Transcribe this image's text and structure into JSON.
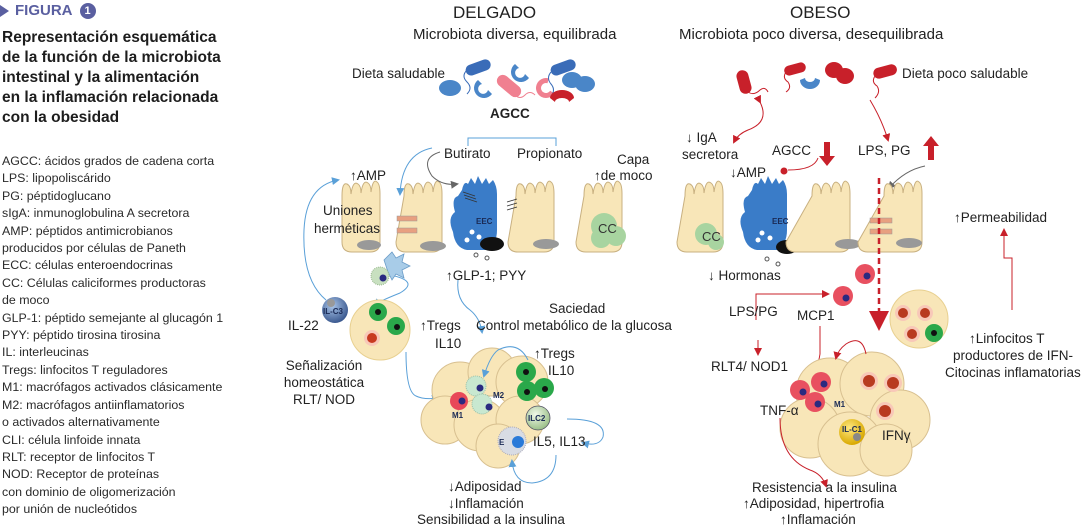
{
  "figure": {
    "label": "FIGURA",
    "number": "1",
    "title_lines": [
      "Representación esquemática",
      "de la función de la microbiota",
      "intestinal y la alimentación",
      "en la inflamación relacionada",
      "con la obesidad"
    ],
    "glossary": [
      "AGCC: ácidos grados de cadena corta",
      "LPS: lipopoliscárido",
      "PG: péptidoglucano",
      "sIgA: inmunoglobulina A secretora",
      "AMP: péptidos antimicrobianos",
      "producidos por células de Paneth",
      "ECC: células enteroendocrinas",
      "CC: Células caliciformes productoras",
      "de moco",
      "GLP-1: péptido semejante al glucagón 1",
      "PYY: péptido tirosina tirosina",
      "IL: interleucinas",
      "Tregs: linfocitos T reguladores",
      "M1: macrófagos activados clásicamente",
      "M2: macrófagos antiinflamatorios",
      "o activados alternativamente",
      "CLI: célula linfoide innata",
      "RLT: receptor de linfocitos T",
      "NOD: Receptor de proteínas",
      "con dominio de oligomerización",
      "por unión de nucleótidos"
    ]
  },
  "colors": {
    "accent": "#5a5fa0",
    "good_bacteria": "#4a86c8",
    "bad_bacteria": "#c8202a",
    "epithelium": "#f8e6b8",
    "eec": "#3a7cc8",
    "goblet": "#a8d4a0",
    "treg": "#2aa84a",
    "arrow_blue": "#5aa0d8",
    "arrow_red": "#c8202a"
  },
  "lean": {
    "header": "DELGADO",
    "subheader": "Microbiota diversa, equilibrada",
    "diet": "Dieta saludable",
    "agcc": "AGCC",
    "butirato": "Butirato",
    "propionato": "Propionato",
    "capa_1": "Capa",
    "capa_2": "↑de moco",
    "amp": "↑AMP",
    "uniones_1": "Uniones",
    "uniones_2": "herméticas",
    "eec": "EEC",
    "cc": "CC",
    "glp": "↑GLP-1;  PYY",
    "saciedad": "Saciedad",
    "control": "Control metabólico de la glucosa",
    "ilc3": "IL-C3",
    "il22": "IL-22",
    "tregs1_a": "↑Tregs",
    "tregs1_b": "IL10",
    "senal_1": "Señalización",
    "senal_2": "homeostática",
    "senal_3": "RLT/ NOD",
    "tregs2_a": "↑Tregs",
    "tregs2_b": "IL10",
    "m1": "M1",
    "m2": "M2",
    "ilc2": "ILC2",
    "e": "E",
    "il5": "IL5, IL13",
    "out_1": "↓Adiposidad",
    "out_2": "↓Inflamación",
    "out_3": "Sensibilidad a la insulina"
  },
  "obese": {
    "header": "OBESO",
    "subheader": "Microbiota poco diversa, desequilibrada",
    "diet": "Dieta poco saludable",
    "iga_1": "↓ IgA",
    "iga_2": "secretora",
    "agcc": "AGCC",
    "lps_pg": "LPS, PG",
    "amp": "↓AMP",
    "eec": "EEC",
    "cc": "CC",
    "permeab": "↑Permeabilidad",
    "hormonas": "↓ Hormonas",
    "lps_pg2": "LPS/PG",
    "mcp1": "MCP1",
    "rlt4": "RLT4/ NOD1",
    "tnf": "TNF-α",
    "m1": "M1",
    "ilc1": "IL-C1",
    "ifn": "IFNγ",
    "linf_1": "↑Linfocitos T",
    "linf_2": "productores de IFN-",
    "linf_3": "Citocinas inflamatorias",
    "out_1": "Resistencia a la insulina",
    "out_2": "↑Adiposidad, hipertrofia",
    "out_3": "↑Inflamación"
  }
}
